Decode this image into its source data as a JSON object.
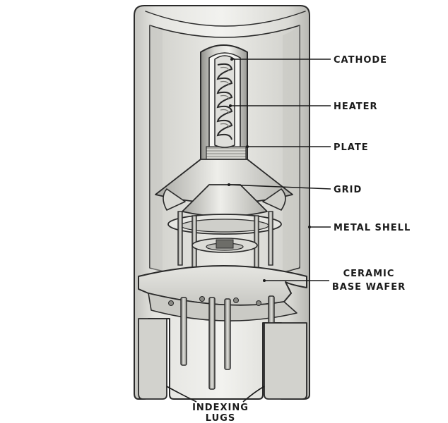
{
  "labels": {
    "cathode": "CATHODE",
    "heater": "HEATER",
    "plate": "PLATE",
    "grid": "GRID",
    "metal_shell": "METAL SHELL",
    "ceramic_line1": "CERAMIC",
    "ceramic_line2": "BASE WAFER",
    "indexing_line1": "INDEXING",
    "indexing_line2": "LUGS"
  },
  "colors": {
    "ink": "#2a2a2a",
    "shell": "#dcdcd8",
    "shell_shadow": "#b9b9b4",
    "shell_light": "#f1f1ee",
    "metal": "#c9c9c4",
    "background": "#ffffff"
  }
}
